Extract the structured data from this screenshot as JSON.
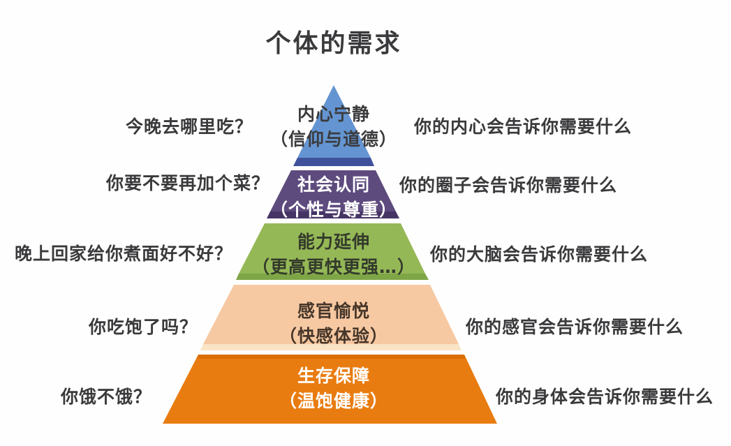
{
  "title": "个体的需求",
  "colors": {
    "background": "#fefefe",
    "title_text": "#3a3a3c",
    "label_text": "#3a3a3c"
  },
  "pyramid": {
    "levels": [
      {
        "id": "inner-peace",
        "line1": "内心宁静",
        "line2": "（信仰与道德）",
        "fill": "#6495d2",
        "edge": "#40519b",
        "text_color": "#3b3b3d",
        "left_label": "今晚去哪里吃？",
        "right_label": "你的内心会告诉你需要什么"
      },
      {
        "id": "social-identity",
        "line1": "社会认同",
        "line2": "（个性与尊重）",
        "fill": "#5d4b7e",
        "edge": "#453464",
        "text_color": "#ffffff",
        "left_label": "你要不要再加个菜？",
        "right_label": "你的圈子会告诉你需要什么"
      },
      {
        "id": "ability-extension",
        "line1": "能力延伸",
        "line2": "（更高更快更强…）",
        "fill": "#95b857",
        "edge": "#7ea647",
        "text_color": "#333a2b",
        "left_label": "晚上回家给你煮面好不好？",
        "right_label": "你的大脑会告诉你需要什么"
      },
      {
        "id": "sensory-pleasure",
        "line1": "感官愉悦",
        "line2": "（快感体验）",
        "fill": "#f7c9a2",
        "edge": "#f9e4c5",
        "text_color": "#46362a",
        "left_label": "你吃饱了吗？",
        "right_label": "你的感官会告诉你需要什么"
      },
      {
        "id": "survival",
        "line1": "生存保障",
        "line2": "（温饱健康）",
        "fill": "#e97c10",
        "edge": "#da6f06",
        "text_color": "#ffffff",
        "left_label": "你饿不饿？",
        "right_label": "你的身体会告诉你需要什么"
      }
    ]
  }
}
